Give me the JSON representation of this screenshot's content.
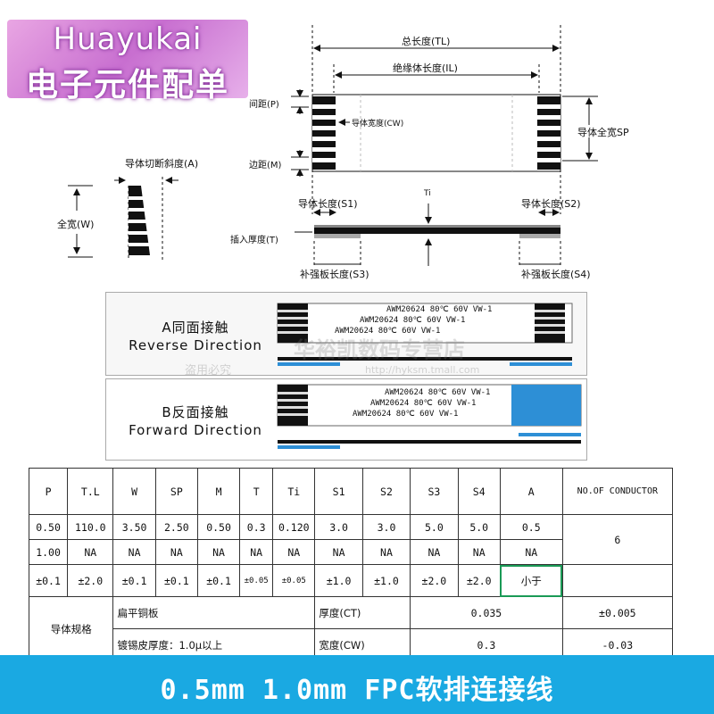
{
  "brand": {
    "name_en": "Huayukai",
    "name_cn": "电子元件配单"
  },
  "diagram": {
    "total_length": "总长度(TL)",
    "insulation_length": "绝缘体长度(IL)",
    "pitch": "间距(P)",
    "conductor_width": "导体宽度(CW)",
    "conductor_full_width": "导体全宽SP",
    "margin": "边距(M)",
    "cut_slope": "导体切断斜度(A)",
    "full_width": "全宽(W)",
    "conductor_length_s1": "导体长度(S1)",
    "conductor_length_s2": "导体长度(S2)",
    "ti": "Ti",
    "insert_thickness": "插入厚度(T)",
    "stiffener_s3": "补强板长度(S3)",
    "stiffener_s4": "补强板长度(S4)"
  },
  "panel_a": {
    "title_cn": "A同面接触",
    "title_en": "Reverse Direction",
    "awm": [
      "AWM20624 80℃ 60V VW-1",
      "AWM20624 80℃ 60V VW-1",
      "AWM20624 80℃ 60V VW-1"
    ],
    "watermark": "华裕凯数码专营店",
    "watermark_small": "盗用必究",
    "watermark_url": "http://hyksm.tmall.com"
  },
  "panel_b": {
    "title_cn": "B反面接触",
    "title_en": "Forward Direction",
    "awm": [
      "AWM20624 80℃ 60V VW-1",
      "AWM20624 80℃ 60V VW-1",
      "AWM20624 80℃ 60V VW-1"
    ]
  },
  "table": {
    "headers": [
      "P",
      "T.L",
      "W",
      "SP",
      "M",
      "T",
      "Ti",
      "S1",
      "S2",
      "S3",
      "S4",
      "A"
    ],
    "conductor_header": "NO.OF CONDUCTOR",
    "conductor_value": "6",
    "row1": [
      "0.50",
      "110.0",
      "3.50",
      "2.50",
      "0.50",
      "0.3",
      "0.120",
      "3.0",
      "3.0",
      "5.0",
      "5.0",
      "0.5"
    ],
    "row2": [
      "1.00",
      "NA",
      "NA",
      "NA",
      "NA",
      "NA",
      "NA",
      "NA",
      "NA",
      "NA",
      "NA",
      "NA"
    ],
    "row3": [
      "±0.1",
      "±2.0",
      "±0.1",
      "±0.1",
      "±0.1",
      "±0.05",
      "±0.05",
      "±1.0",
      "±1.0",
      "±2.0",
      "±2.0",
      "小于"
    ],
    "spec_label": "导体规格",
    "spec_row1": {
      "name": "扁平铜板",
      "param": "厚度(CT)",
      "value": "0.035",
      "tol": "±0.005"
    },
    "spec_row2": {
      "name": "镀锡皮厚度：1.0μ以上",
      "param": "宽度(CW)",
      "value": "0.3",
      "tol": "-0.03"
    }
  },
  "banner": {
    "text": "0.5mm 1.0mm FPC软排连接线"
  },
  "colors": {
    "banner": "#1aa9e2",
    "stiffener_blue": "#2d8fd6",
    "brand_bg": "#c86fd0",
    "selected_cell": "#1a9a56"
  }
}
